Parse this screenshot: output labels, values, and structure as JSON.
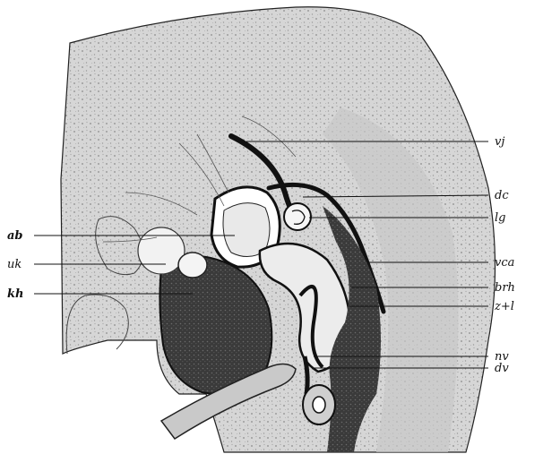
{
  "figure": {
    "labels": {
      "vj": "vj",
      "dc": "dc",
      "lg": "lg",
      "vca": "vca",
      "brh": "brh",
      "zl": "z+l",
      "nv": "nv",
      "dv": "dv",
      "ab": "ab",
      "uk": "uk",
      "kh": "kh"
    },
    "colors": {
      "tissue": "#d2d2d2",
      "ink": "#111111",
      "paper": "#ffffff"
    }
  }
}
